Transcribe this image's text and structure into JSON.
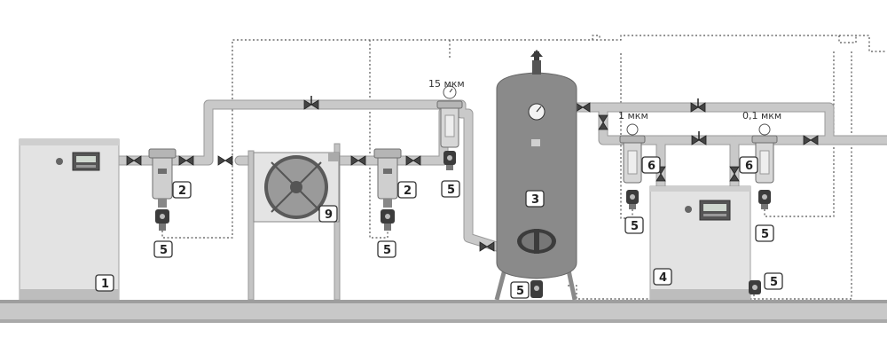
{
  "labels": {
    "compressor": "1",
    "separator_1": "2",
    "separator_2": "2",
    "receiver": "3",
    "dryer": "4",
    "drain_sep1": "5",
    "drain_sep2": "5",
    "drain_filter15": "5",
    "drain_receiver": "5",
    "drain_filter1": "5",
    "drain_filter01": "5",
    "drain_dryer": "5",
    "bypass_1": "6",
    "bypass_2": "6",
    "cooler": "9"
  },
  "specs": {
    "filter_15": "15 мкм",
    "filter_1": "1 мкм",
    "filter_01": "0,1 мкм"
  },
  "colors": {
    "pipe": "#c9c9c9",
    "equipment": "#e3e3e3",
    "receiver": "#8a8a8a",
    "dark": "#3c3c3c"
  }
}
